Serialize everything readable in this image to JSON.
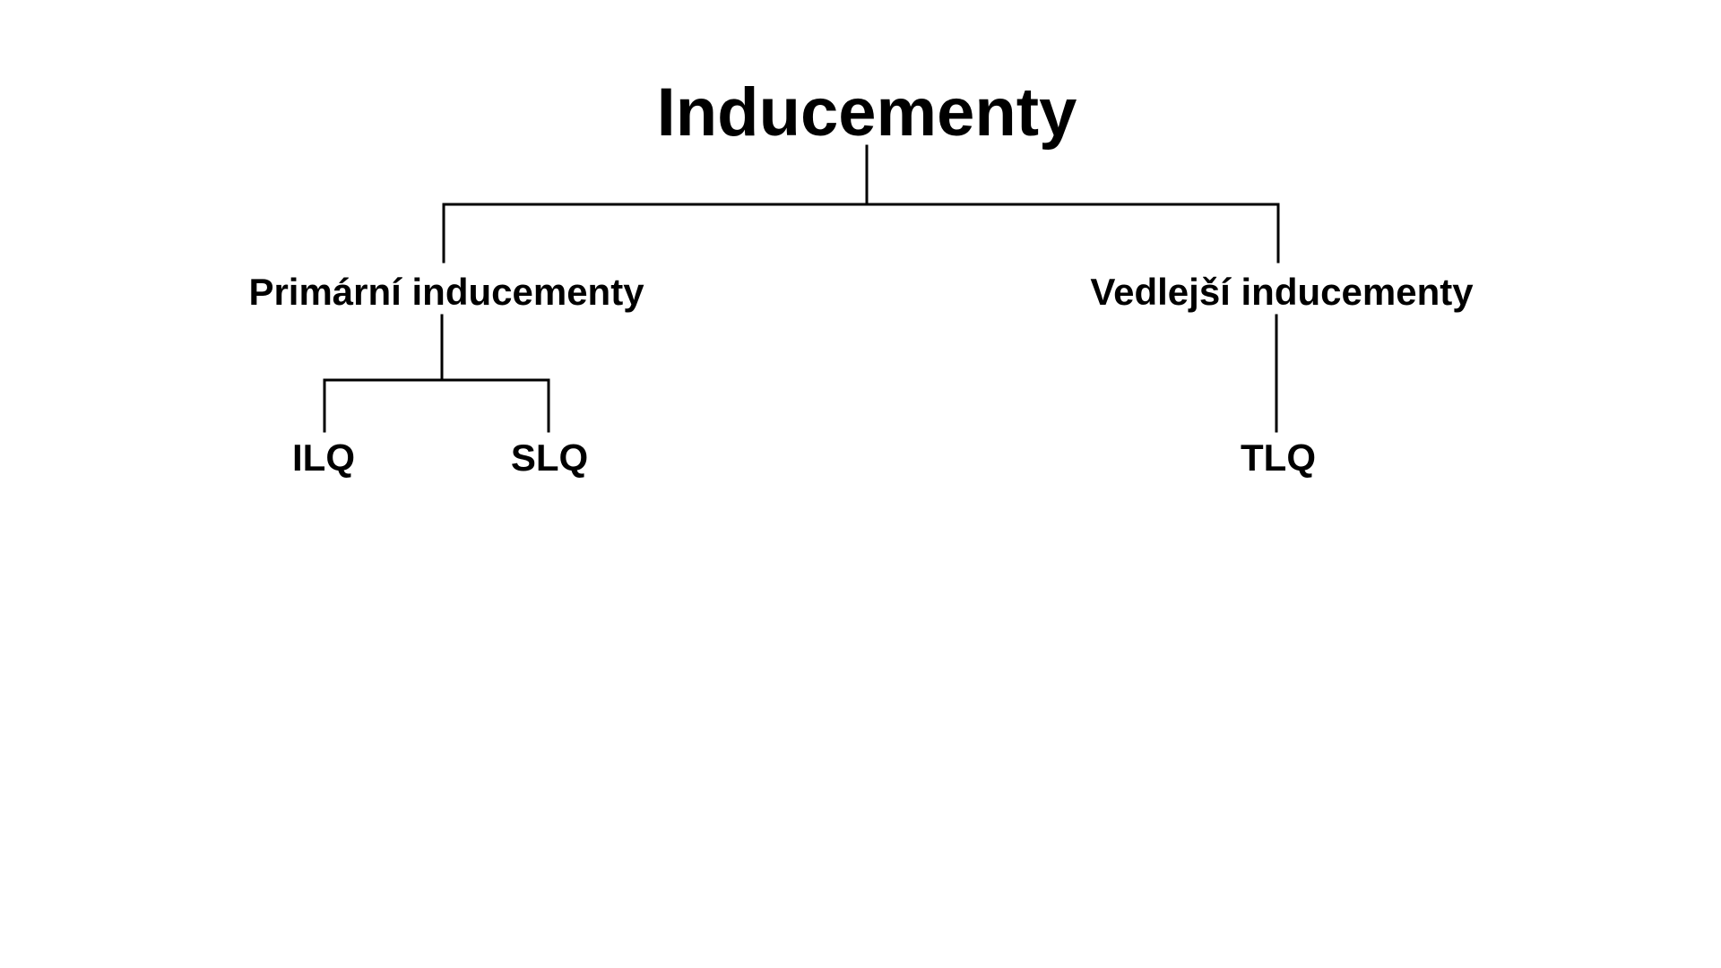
{
  "diagram": {
    "root": {
      "label": "Inducementy"
    },
    "primary": {
      "label": "Primární inducementy",
      "children": [
        {
          "label": "ILQ"
        },
        {
          "label": "SLQ"
        }
      ]
    },
    "secondary": {
      "label": "Vedlejší inducementy",
      "children": [
        {
          "label": "TLQ"
        }
      ]
    }
  }
}
